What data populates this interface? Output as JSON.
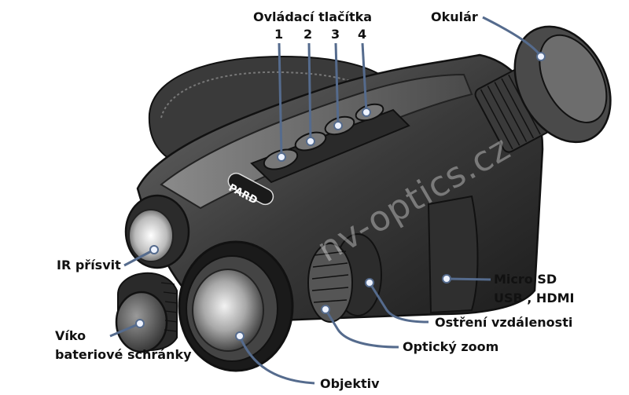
{
  "labels": {
    "buttons_title": "Ovládací tlačítka",
    "button_numbers": [
      "1",
      "2",
      "3",
      "4"
    ],
    "eyepiece": "Okulár",
    "ir_illuminator": "IR přísvit",
    "battery_cover_line1": "Víko",
    "battery_cover_line2": "bateriové schránky",
    "ports_line1": "Micro SD",
    "ports_line2": "USB , HDMI",
    "focus": "Ostření vzdálenosti",
    "optical_zoom": "Optický zoom",
    "objective": "Objektiv"
  },
  "brand_logo": "PARD",
  "watermark": "nv-optics.cz",
  "colors": {
    "leader_line": "#556b8d",
    "leader_dot": "#eef3ff",
    "body_dark": "#2b2b2b",
    "body_mid": "#555555"
  }
}
